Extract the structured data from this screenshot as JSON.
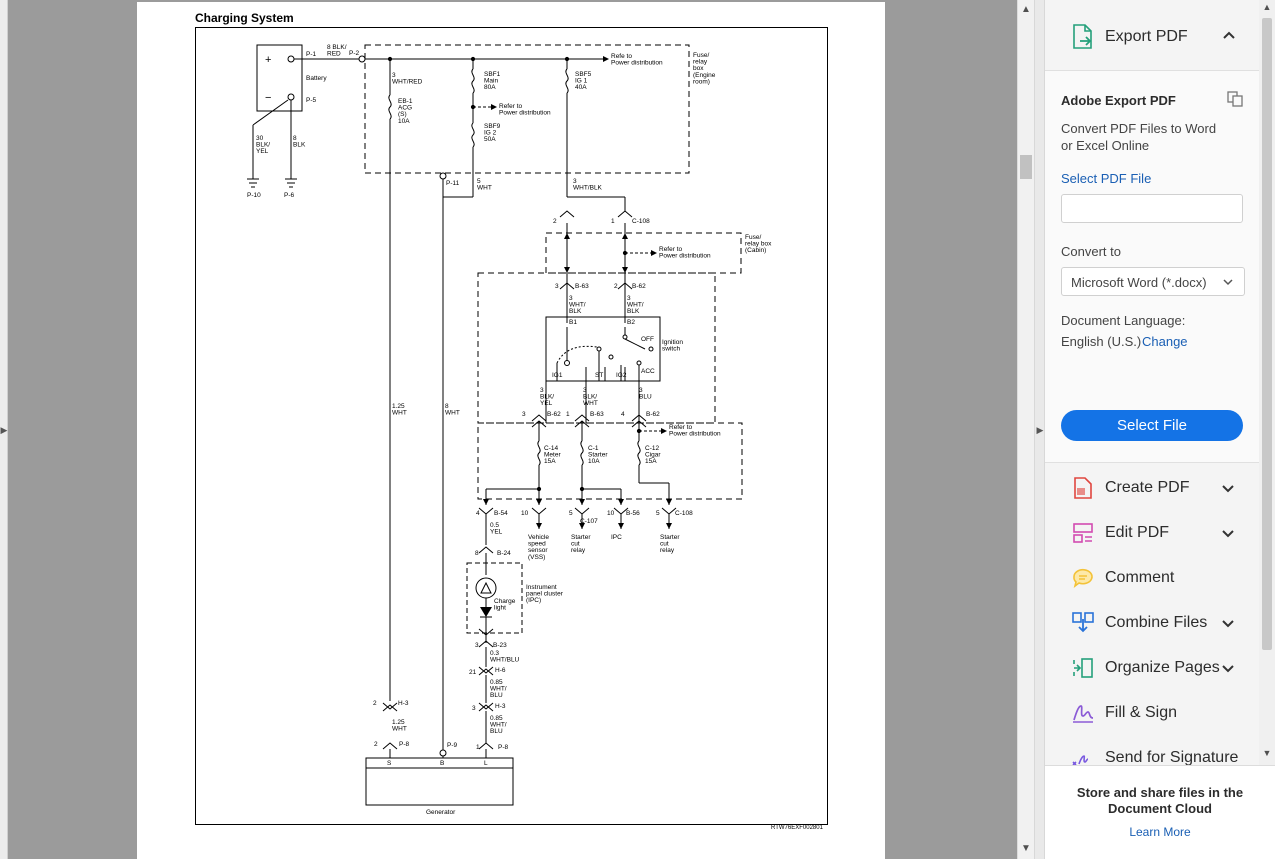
{
  "document": {
    "title": "Charging System",
    "figure_id": "RTW76EXF002801",
    "diagram": {
      "labels": {
        "p1": "P-1",
        "p1_wire": "8 BLK/\nRED",
        "p2": "P-2",
        "battery": "Battery",
        "p5": "P-5",
        "p10": "P-10",
        "p6": "P-6",
        "w_blk_yel": "30\nBLK/\nYEL",
        "w_8blk": "8\nBLK",
        "w_3whtred": "3\nWHT/RED",
        "eb1": "EB-1\nACG\n(S)\n10A",
        "sbf1": "SBF1\nMain\n80A",
        "sbf5": "SBF5\nIG 1\n40A",
        "sbf9": "SBF9\nIG 2\n50A",
        "refer": "Refer to\nPower distribution",
        "refer_top": "Refe to\nPower distribution",
        "relaybox_eng": "Fuse/\nrelay\nbox\n(Engine\nroom)",
        "relaybox_cab": "Fuse/\nrelay box\n(Cabin)",
        "p11": "P-11",
        "w_5wht": "5\nWHT",
        "w_3whtblk": "3\nWHT/BLK",
        "c108_2": "2",
        "c108_1": "1",
        "c108": "C-108",
        "b63": "B-63",
        "b62": "B-62",
        "n3": "3",
        "n2": "2",
        "n1": "1",
        "n4": "4",
        "w_whtblk": "3\nWHT/\nBLK",
        "b1": "B1",
        "b2": "B2",
        "ig1": "IG1",
        "st": "ST",
        "ig2": "IG2",
        "acc": "ACC",
        "off": "OFF",
        "ign": "Ignition\nswitch",
        "w_blkyel": "3\nBLK/\nYEL",
        "w_blkwht": "3\nBLK/\nWHT",
        "w_blu": "3\nBLU",
        "c14": "C-14\nMeter\n15A",
        "c1": "C-1\nStarter\n10A",
        "c12": "C-12\nCigar\n15A",
        "b54": "B-54",
        "c107": "C-107",
        "b56": "B-56",
        "n10": "10",
        "n5": "5",
        "w_05yel": "0.5\nYEL",
        "vss": "Vehicle\nspeed\nsensor\n(VSS)",
        "starter_relay": "Starter\ncut\nrelay",
        "ipc": "IPC",
        "b24": "B-24",
        "n8": "8",
        "charge_light": "Charge\nlight",
        "ipc_full": "Instrument\npanel cluster\n(IPC)",
        "b23": "B-23",
        "w_03": "0.3\nWHT/BLU",
        "h6": "H-6",
        "n21": "21",
        "w_085": "0.85\nWHT/\nBLU",
        "h3": "H-3",
        "w_125": "1.25\nWHT",
        "w_8wht": "8\nWHT",
        "p8": "P-8",
        "p9": "P-9",
        "s": "S",
        "b": "B",
        "l": "L",
        "generator": "Generator"
      }
    }
  },
  "scroll": {
    "up": "▲",
    "down": "▼"
  },
  "tools": {
    "export_header": "Export PDF",
    "card": {
      "title": "Adobe Export PDF",
      "desc_line1": "Convert PDF Files to Word",
      "desc_line2": "or Excel Online",
      "select_link": "Select PDF File",
      "file_placeholder": "",
      "convert_label": "Convert to",
      "format_value": "Microsoft Word (*.docx)",
      "language_label": "Document Language:",
      "language_value": "English (U.S.)",
      "language_change": "Change",
      "select_button": "Select File"
    },
    "items": [
      {
        "label": "Create PDF",
        "has_chevron": true
      },
      {
        "label": "Edit PDF",
        "has_chevron": true
      },
      {
        "label": "Comment",
        "has_chevron": false
      },
      {
        "label": "Combine Files",
        "has_chevron": true
      },
      {
        "label": "Organize Pages",
        "has_chevron": true
      },
      {
        "label": "Fill & Sign",
        "has_chevron": false
      },
      {
        "label": "Send for Signature",
        "has_chevron": false
      }
    ],
    "cloud": {
      "line1": "Store and share files in the",
      "line2": "Document Cloud",
      "link": "Learn More"
    }
  },
  "colors": {
    "accent": "#1473e6",
    "link": "#1a5fb4",
    "create_pdf_icon": "#e0463f",
    "edit_pdf_icon": "#d24bb1",
    "comment_icon": "#f3c238",
    "combine_icon": "#2a73d8",
    "organize_icon": "#25a07b",
    "fill_sign_icon": "#8b5bd6",
    "send_sign_icon": "#7a5ae0"
  },
  "icons": {
    "export": "export-pdf-icon",
    "create": "create-pdf-icon",
    "edit": "edit-pdf-icon",
    "comment": "comment-icon",
    "combine": "combine-files-icon",
    "organize": "organize-pages-icon",
    "fill": "fill-sign-icon",
    "send": "send-signature-icon"
  }
}
